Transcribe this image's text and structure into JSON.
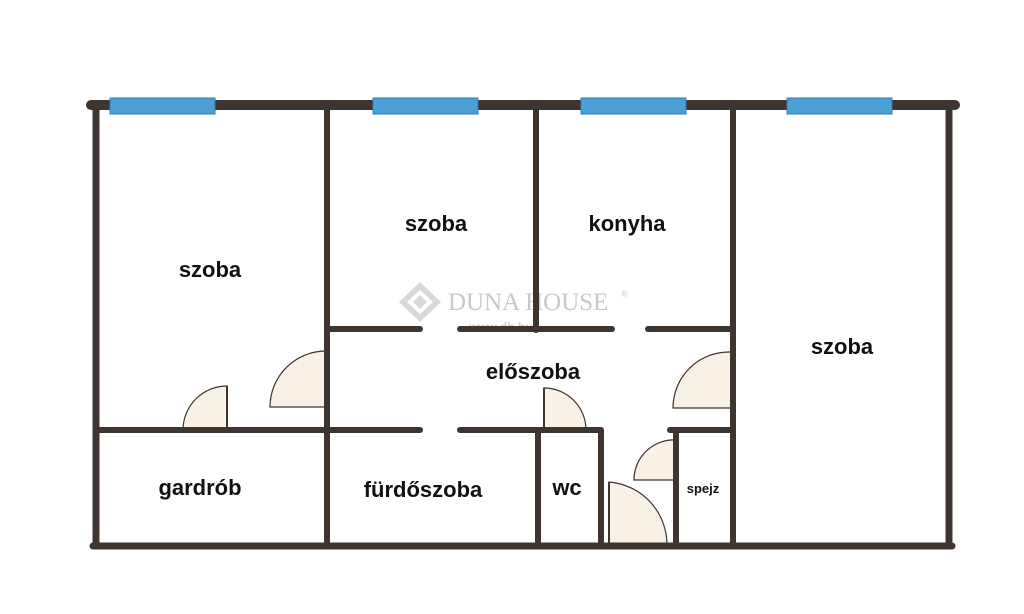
{
  "colors": {
    "wall": "#3e3430",
    "window": "#4b9fd5",
    "window_frame": "#2f7fb3",
    "door_fill": "#f7f1e6",
    "background": "#ffffff",
    "watermark": "#c9c9c9"
  },
  "rooms": {
    "szoba_left": "szoba",
    "szoba_mid": "szoba",
    "konyha": "konyha",
    "szoba_right": "szoba",
    "eloszoba": "előszoba",
    "gardrob": "gardrób",
    "furdoszoba": "fürdőszoba",
    "wc": "wc",
    "spejz": "spejz"
  },
  "watermark": {
    "brand": "DUNA HOUSE",
    "trademark": "®",
    "url": "www.dh.hu",
    "icon": "diamond-logo-icon"
  }
}
